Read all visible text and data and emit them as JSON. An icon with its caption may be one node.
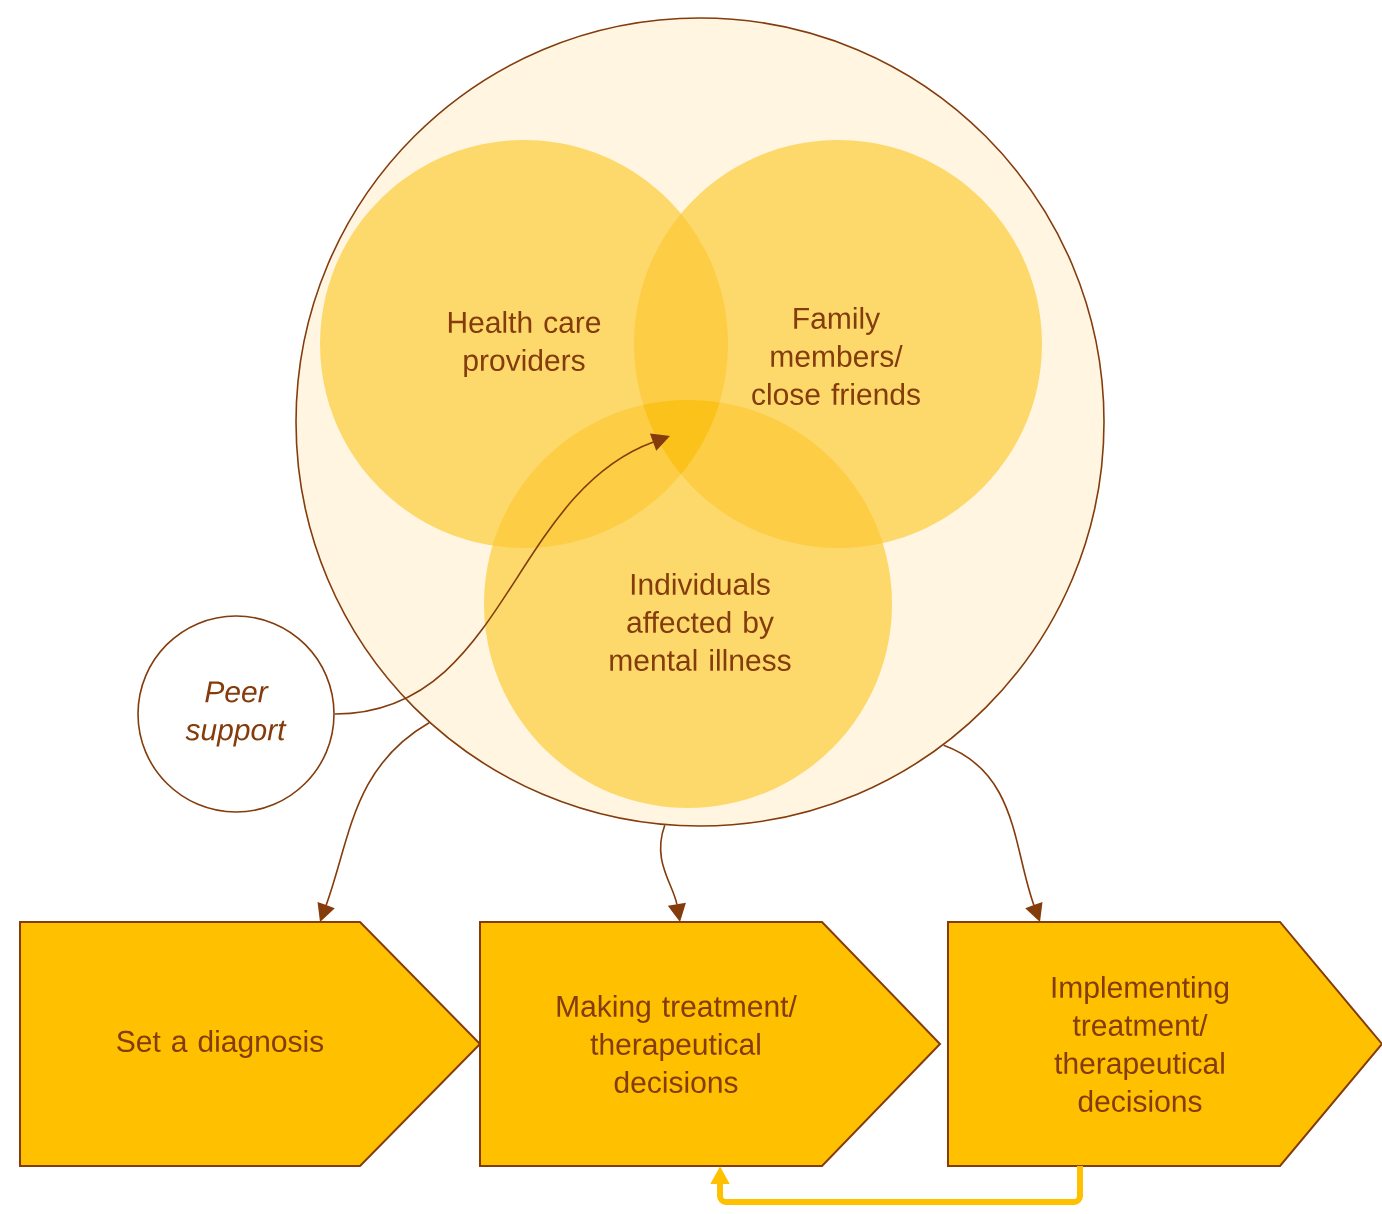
{
  "diagram": {
    "nodes": [
      {
        "text": [],
        "shape": "circle"
      },
      {
        "text": [
          "Health care providers"
        ],
        "in": 0
      },
      {
        "text": [
          "Family members/ close friends"
        ],
        "in": 0
      },
      {
        "text": [
          "Individuals affected by mental illness"
        ],
        "in": 0
      },
      {
        "text": [
          "*Peer support*"
        ]
      },
      {
        "text": [
          "Set a diagnosis"
        ]
      },
      {
        "text": [
          "Making treatment/ therapeutical decisions"
        ]
      },
      {
        "text": [
          "Implementing treatment/ therapeutical decisions"
        ]
      }
    ],
    "edges": [
      {
        "from": 4,
        "to": null,
        "arrow": "to"
      },
      {
        "from": 0,
        "to": 5,
        "arrow": "to"
      },
      {
        "from": 0,
        "to": 6,
        "arrow": "to"
      },
      {
        "from": 0,
        "to": 7,
        "arrow": "to"
      },
      {
        "from": 7,
        "to": 6,
        "arrow": "to",
        "style": "thick",
        "color": "#ffc000"
      }
    ]
  }
}
